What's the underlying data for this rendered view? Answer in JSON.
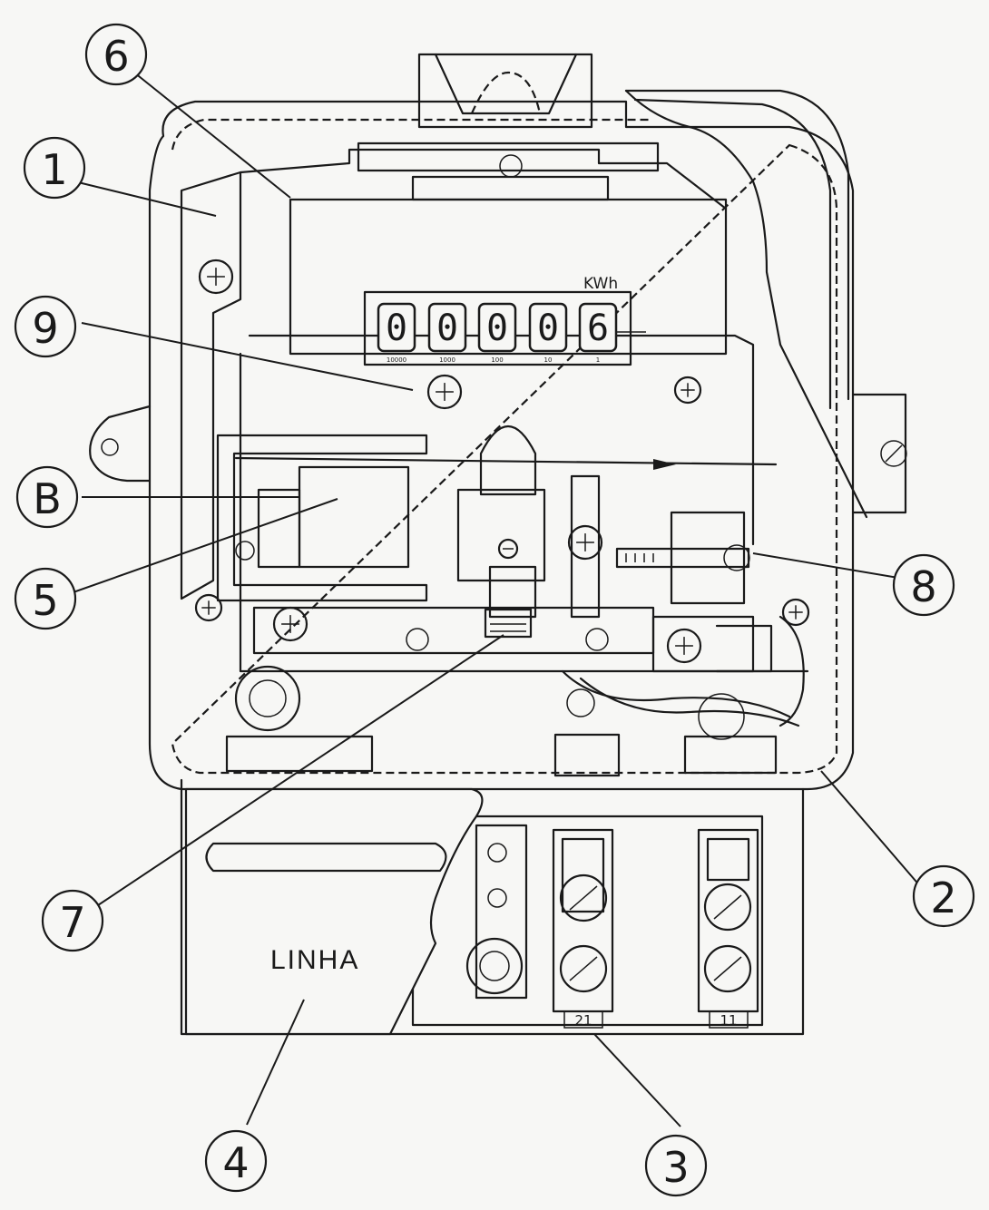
{
  "diagram": {
    "callouts": [
      {
        "label": "1"
      },
      {
        "label": "6"
      },
      {
        "label": "9"
      },
      {
        "label": "B"
      },
      {
        "label": "5"
      },
      {
        "label": "8"
      },
      {
        "label": "2"
      },
      {
        "label": "7"
      },
      {
        "label": "4"
      },
      {
        "label": "3"
      }
    ],
    "register": {
      "unit": "KWh",
      "digits": [
        "0",
        "0",
        "0",
        "0",
        "6"
      ],
      "dial_scales": [
        "10000",
        "1000",
        "100",
        "10",
        "1"
      ]
    },
    "terminal_cover_label": "LINHA",
    "terminal_labels": [
      "21",
      "11"
    ]
  }
}
